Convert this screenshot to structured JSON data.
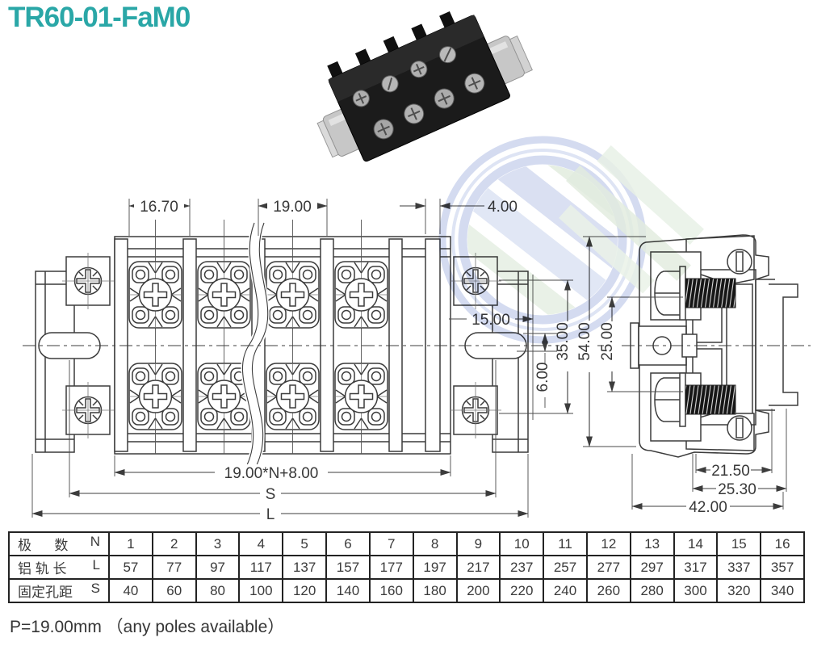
{
  "title": "TR60-01-FaM0",
  "note": "P=19.00mm （any poles available）",
  "colors": {
    "title_teal": "#2AA7A7",
    "line": "#3c3c3c",
    "watermark_blue": "#b7c3e6",
    "watermark_green": "#d5e4d1"
  },
  "dims": {
    "w1670": "16.70",
    "w1900": "19.00",
    "w400": "4.00",
    "h1500": "15.00",
    "h600": "6.00",
    "h3500": "35.00",
    "h5400": "54.00",
    "h2500": "25.00",
    "formula": "19.00*N+8.00",
    "s": "S",
    "l": "L",
    "b2150": "21.50",
    "b2530": "25.30",
    "b4200": "42.00"
  },
  "table": {
    "rows": [
      {
        "label": "极      数",
        "symbol": "N",
        "values": [
          "1",
          "2",
          "3",
          "4",
          "5",
          "6",
          "7",
          "8",
          "9",
          "10",
          "11",
          "12",
          "13",
          "14",
          "15",
          "16"
        ]
      },
      {
        "label": "铝 轨 长",
        "symbol": "L",
        "values": [
          "57",
          "77",
          "97",
          "117",
          "137",
          "157",
          "177",
          "197",
          "217",
          "237",
          "257",
          "277",
          "297",
          "317",
          "337",
          "357"
        ]
      },
      {
        "label": "固定孔距",
        "symbol": "S",
        "values": [
          "40",
          "60",
          "80",
          "100",
          "120",
          "140",
          "160",
          "180",
          "200",
          "220",
          "240",
          "260",
          "280",
          "300",
          "320",
          "340"
        ]
      }
    ]
  }
}
